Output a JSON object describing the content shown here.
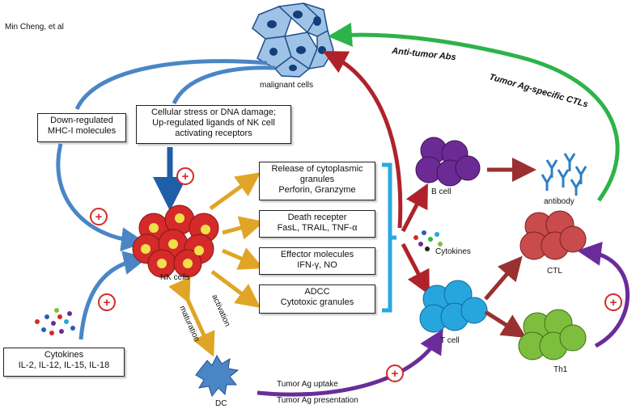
{
  "author": "Min Cheng, et al",
  "cells": {
    "malignant": "malignant cells",
    "nk": "NK cells",
    "b_cell": "B cell",
    "antibody": "antibody",
    "cytokines_mid": "Cytokines",
    "ctl": "CTL",
    "t_cell": "T cell",
    "th1": "Th1",
    "dc": "DC"
  },
  "boxes": {
    "mhc": [
      "Down-regulated",
      "MHC-I molecules"
    ],
    "stress": [
      "Cellular stress or DNA damage;",
      "Up-regulated ligands of NK cell",
      "activating receptors"
    ],
    "granules": [
      "Release of cytoplasmic",
      "granules",
      "Perforin, Granzyme"
    ],
    "death": [
      "Death recepter",
      "FasL, TRAIL, TNF-α"
    ],
    "effector": [
      "Effector molecules",
      "IFN-γ, NO"
    ],
    "adcc": [
      "ADCC",
      "Cytotoxic granules"
    ],
    "cytokines_in": [
      "Cytokines",
      "IL-2, IL-12, IL-15, IL-18"
    ]
  },
  "arrows": {
    "anti_tumor_abs": "Anti-tumor Abs",
    "tumor_ctls": "Tumor Ag-specific CTLs",
    "maturation": "maturation",
    "activation": "activation",
    "uptake": "Tumor Ag uptake",
    "presentation": "Tumor Ag presentation"
  },
  "plus": "+",
  "colors": {
    "blue_arrow": "#4a86c5",
    "dark_blue_arrow": "#1f5fa8",
    "green_arrow": "#2db34a",
    "red_arrow": "#b0222a",
    "gold_arrow": "#e0a526",
    "purple_arrow": "#6a2c9a",
    "bracket": "#2aa8e0",
    "malignant_cell": "#9fc3e6",
    "nk_cell": "#d42a2a",
    "b_cell": "#6c2b94",
    "ctl": "#c94b4b",
    "t_cell": "#27a6dd",
    "th1": "#7dbe3e",
    "dc": "#4a86c5"
  }
}
